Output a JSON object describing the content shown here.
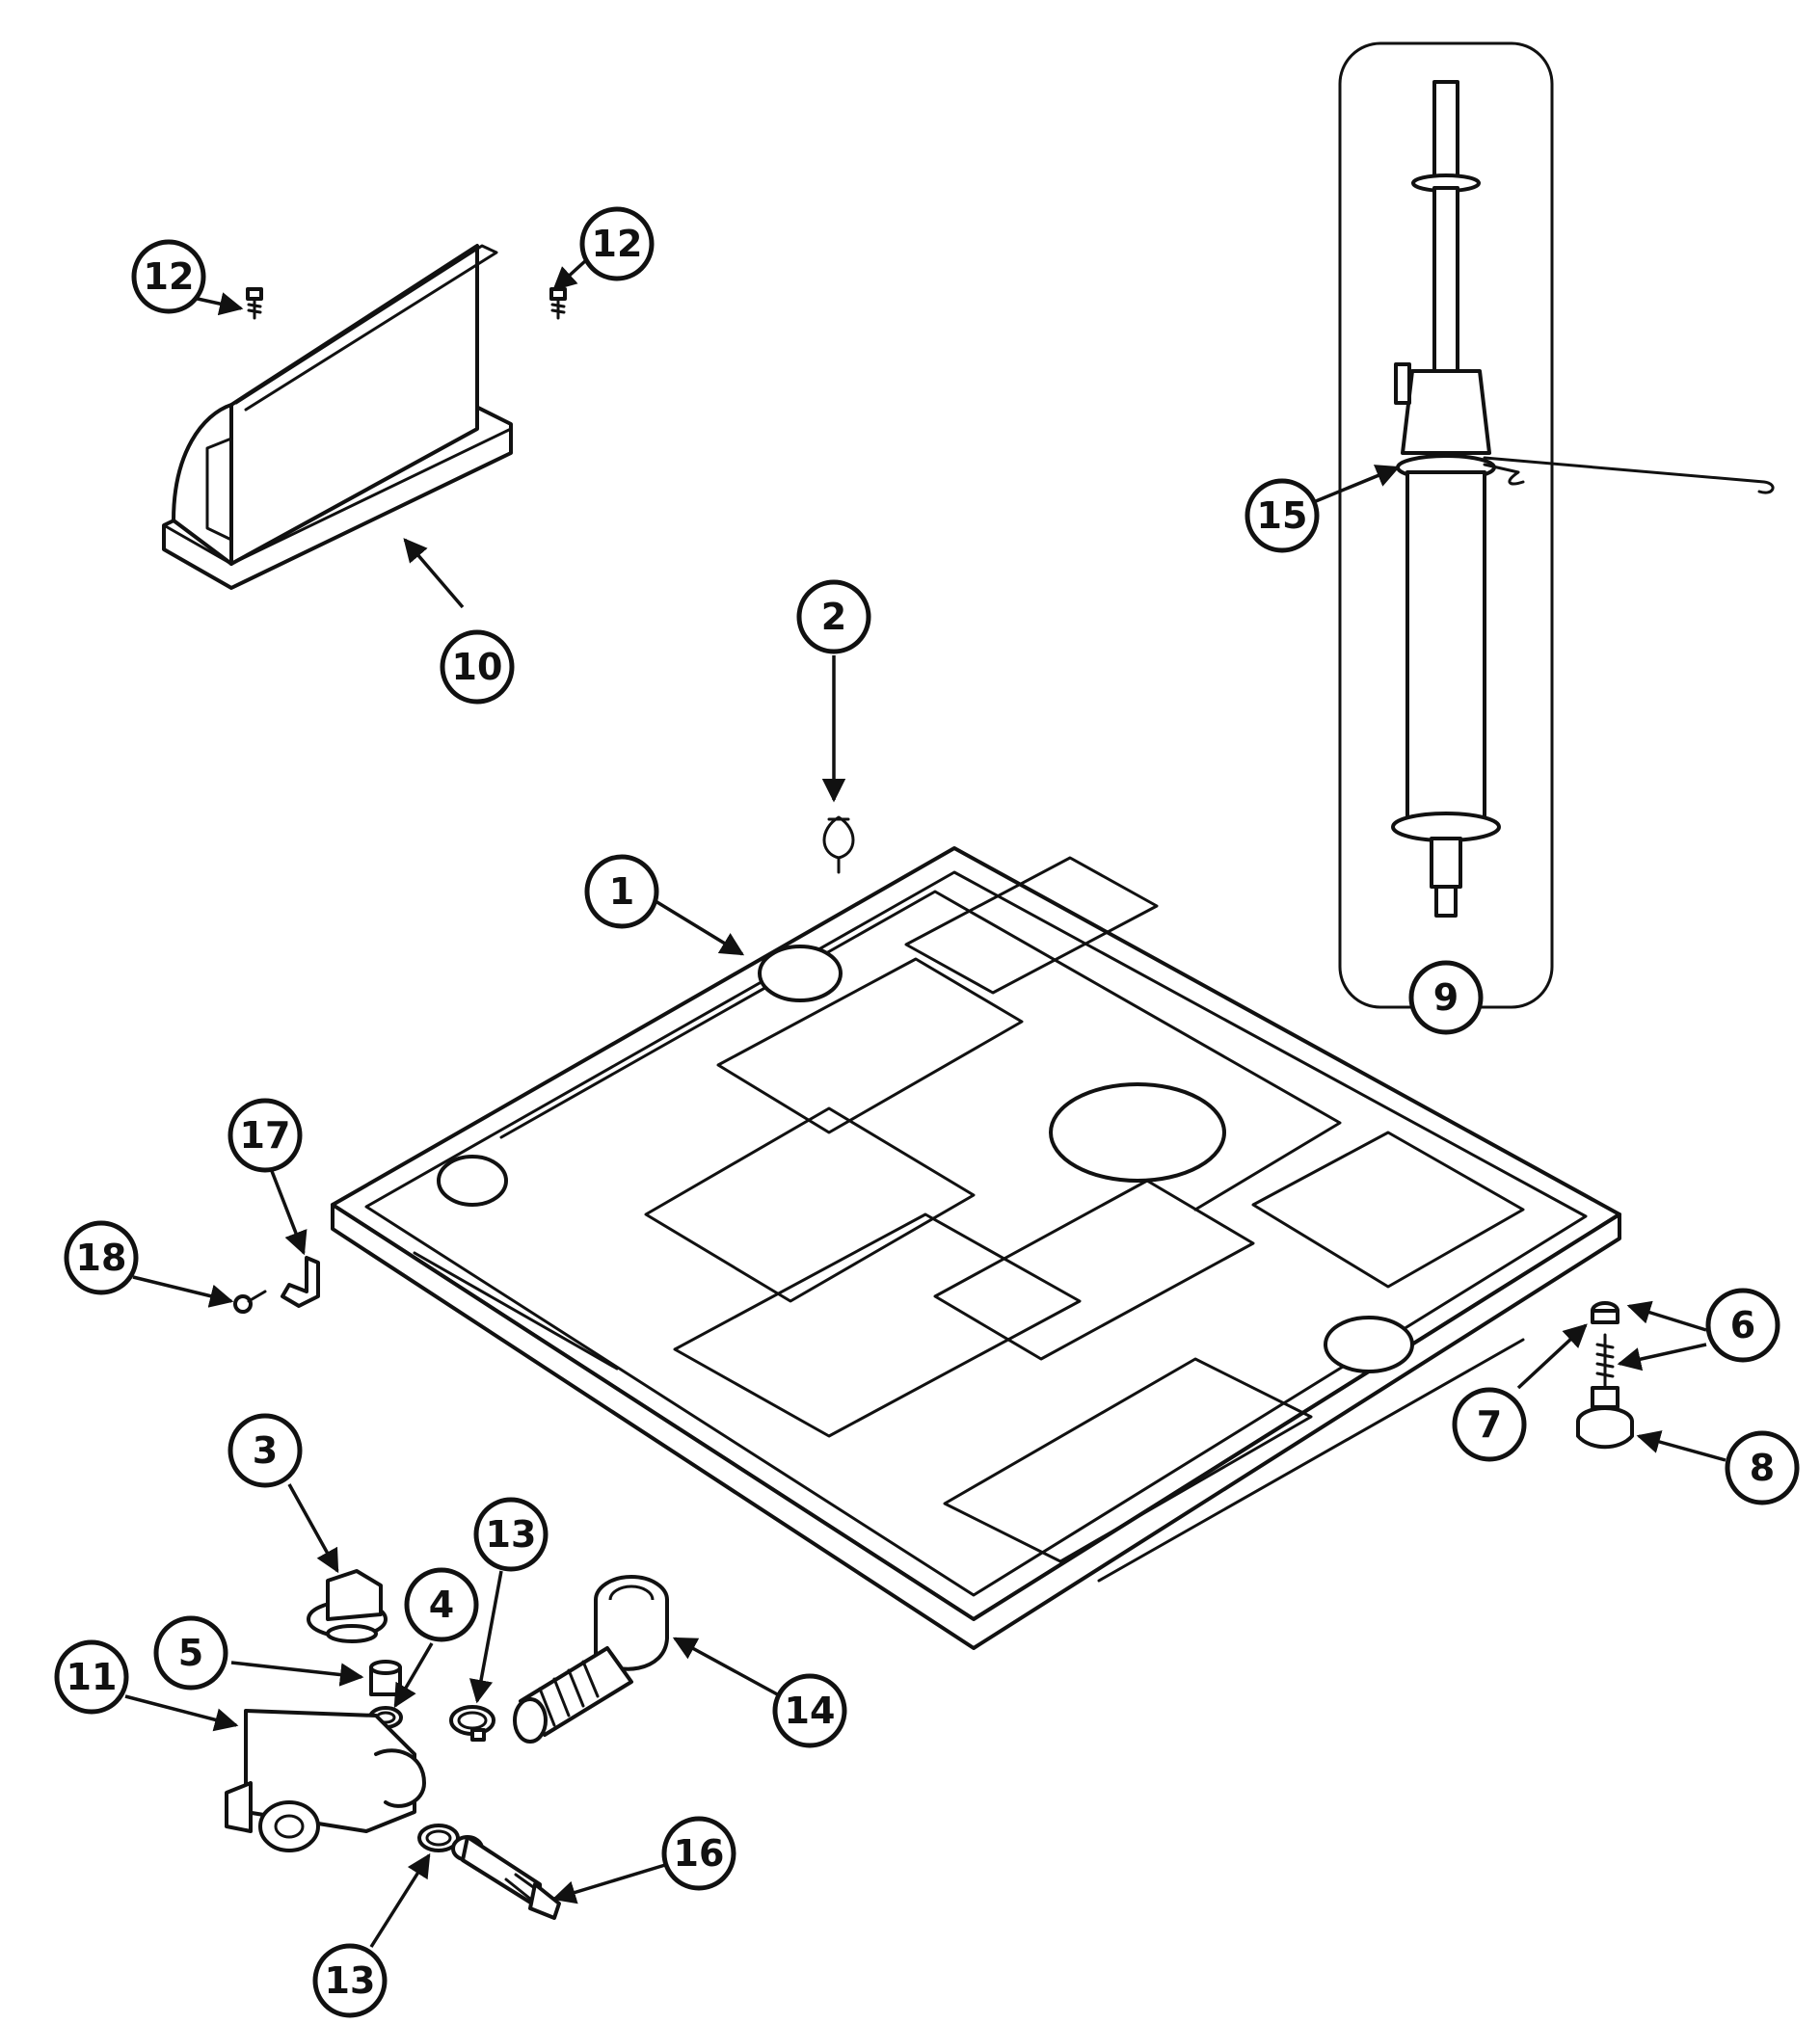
{
  "diagram": {
    "callouts": {
      "c1": "1",
      "c2": "2",
      "c3": "3",
      "c4": "4",
      "c5": "5",
      "c6": "6",
      "c7": "7",
      "c8": "8",
      "c9": "9",
      "c10": "10",
      "c11": "11",
      "c12a": "12",
      "c12b": "12",
      "c13a": "13",
      "c13b": "13",
      "c14": "14",
      "c15": "15",
      "c16": "16",
      "c17": "17",
      "c18": "18"
    },
    "line_color": "#111111",
    "background": "#ffffff"
  }
}
